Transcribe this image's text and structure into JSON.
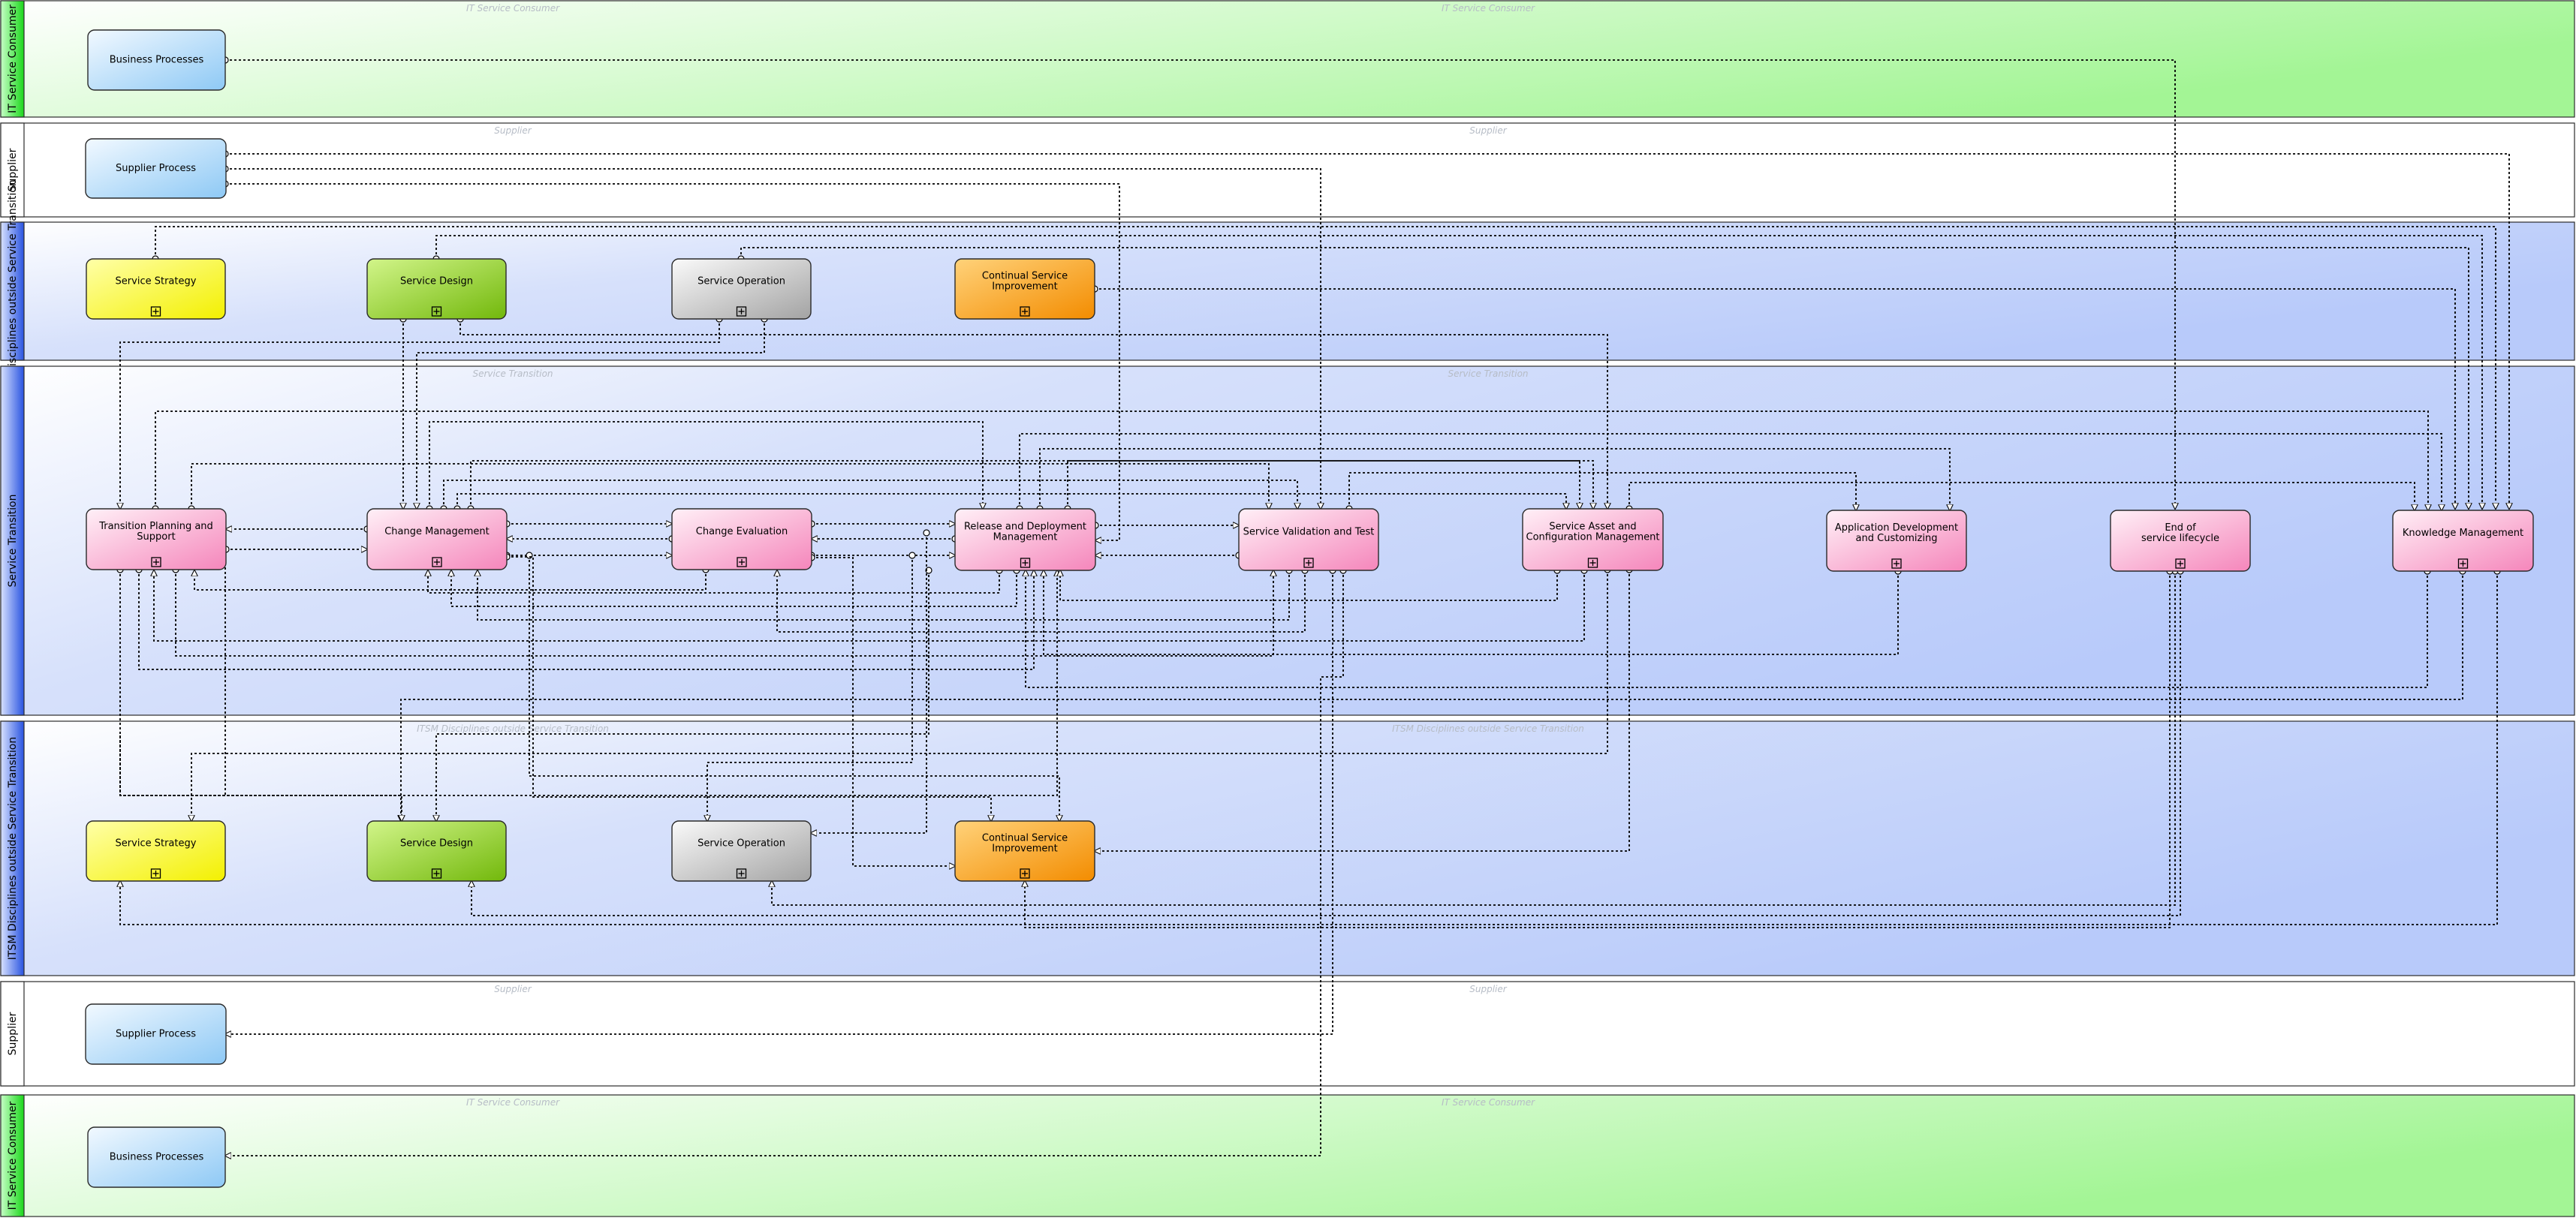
{
  "lanes": [
    {
      "id": "consumer_top",
      "label": "IT Service Consumer",
      "watermarks": [
        "IT Service Consumer",
        "IT Service Consumer"
      ],
      "style": "green"
    },
    {
      "id": "supplier_top",
      "label": "Supplier",
      "watermarks": [
        "Supplier",
        "Supplier"
      ],
      "style": "white"
    },
    {
      "id": "itsm_top",
      "label": "ITSM Disciplines outside Service Transition",
      "watermarks": [],
      "style": "blue"
    },
    {
      "id": "transition",
      "label": "Service Transition",
      "watermarks": [
        "Service Transition",
        "Service Transition"
      ],
      "style": "blue"
    },
    {
      "id": "itsm_bottom",
      "label": "ITSM Disciplines outside Service Transition",
      "watermarks": [
        "ITSM Disciplines outside Service Transition",
        "ITSM Disciplines outside Service Transition"
      ],
      "style": "blue"
    },
    {
      "id": "supplier_bottom",
      "label": "Supplier",
      "watermarks": [
        "Supplier",
        "Supplier"
      ],
      "style": "white"
    },
    {
      "id": "consumer_bottom",
      "label": "IT Service Consumer",
      "watermarks": [
        "IT Service Consumer",
        "IT Service Consumer"
      ],
      "style": "green"
    }
  ],
  "nodes": [
    {
      "id": "bp_top",
      "lines": [
        "Business Processes"
      ],
      "fill": "blue",
      "expand": false
    },
    {
      "id": "sp_top",
      "lines": [
        "Supplier Process"
      ],
      "fill": "blue",
      "expand": false
    },
    {
      "id": "ss_top",
      "lines": [
        "Service Strategy"
      ],
      "fill": "yellow",
      "expand": true
    },
    {
      "id": "sd_top",
      "lines": [
        "Service Design"
      ],
      "fill": "green",
      "expand": true
    },
    {
      "id": "so_top",
      "lines": [
        "Service Operation"
      ],
      "fill": "gray",
      "expand": true
    },
    {
      "id": "csi_top",
      "lines": [
        "Continual Service",
        "Improvement"
      ],
      "fill": "orange",
      "expand": true
    },
    {
      "id": "tps",
      "lines": [
        "Transition Planning and",
        "Support"
      ],
      "fill": "pink",
      "expand": true
    },
    {
      "id": "cm",
      "lines": [
        "Change Management"
      ],
      "fill": "pink",
      "expand": true
    },
    {
      "id": "ce",
      "lines": [
        "Change Evaluation"
      ],
      "fill": "pink",
      "expand": true
    },
    {
      "id": "rdm",
      "lines": [
        "Release and Deployment",
        "Management"
      ],
      "fill": "pink",
      "expand": true
    },
    {
      "id": "svt",
      "lines": [
        "Service Validation and Test"
      ],
      "fill": "pink",
      "expand": true
    },
    {
      "id": "sacm",
      "lines": [
        "Service Asset and",
        "Configuration Management"
      ],
      "fill": "pink",
      "expand": true
    },
    {
      "id": "adc",
      "lines": [
        "Application Development",
        "and Customizing"
      ],
      "fill": "pink",
      "expand": true
    },
    {
      "id": "eol",
      "lines": [
        "End of",
        "service lifecycle"
      ],
      "fill": "pink",
      "expand": true
    },
    {
      "id": "km",
      "lines": [
        "Knowledge Management"
      ],
      "fill": "pink",
      "expand": true
    },
    {
      "id": "ss_bot",
      "lines": [
        "Service Strategy"
      ],
      "fill": "yellow",
      "expand": true
    },
    {
      "id": "sd_bot",
      "lines": [
        "Service Design"
      ],
      "fill": "green",
      "expand": true
    },
    {
      "id": "so_bot",
      "lines": [
        "Service Operation"
      ],
      "fill": "gray",
      "expand": true
    },
    {
      "id": "csi_bot",
      "lines": [
        "Continual Service",
        "Improvement"
      ],
      "fill": "orange",
      "expand": true
    },
    {
      "id": "sp_bot",
      "lines": [
        "Supplier Process"
      ],
      "fill": "blue",
      "expand": false
    },
    {
      "id": "bp_bot",
      "lines": [
        "Business Processes"
      ],
      "fill": "blue",
      "expand": false
    }
  ]
}
